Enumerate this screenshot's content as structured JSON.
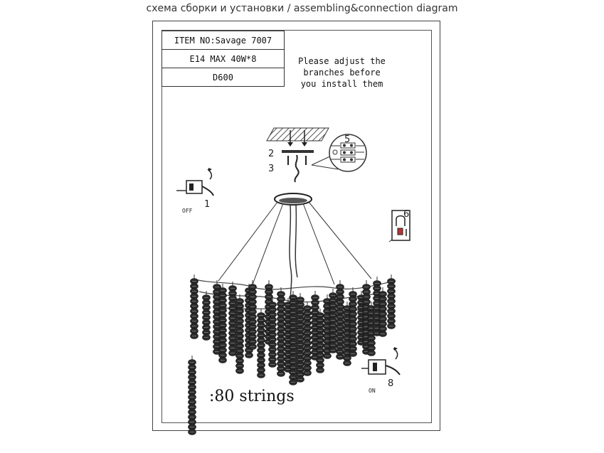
{
  "caption": "схема сборки и установки / assembling&connection diagram",
  "spec": {
    "item_no": "ITEM NO:Savage 7007",
    "bulbs": "E14 MAX 40W*8",
    "size": "D600"
  },
  "note": {
    "line1": "Please adjust the",
    "line2": "branches before",
    "line3": "you install them"
  },
  "steps": {
    "s1": "1",
    "s2": "2",
    "s3": "3",
    "s5": "5",
    "s6": "6",
    "s8": "8"
  },
  "labels": {
    "off": "OFF",
    "on": "ON"
  },
  "strings_text": ":80 strings"
}
